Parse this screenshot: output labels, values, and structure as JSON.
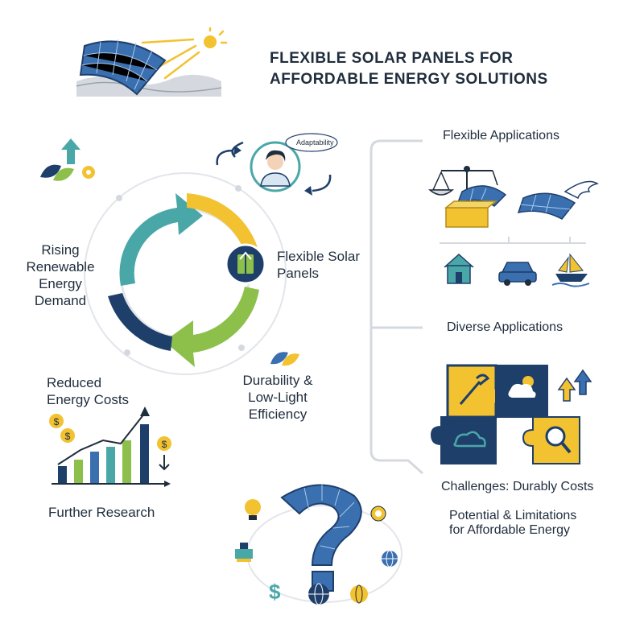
{
  "header": {
    "title_line1": "FLEXIBLE SOLAR PANELS FOR",
    "title_line2": "AFFORDABLE ENERGY SOLUTIONS"
  },
  "cycle": {
    "rising_line1": "Rising",
    "rising_line2": "Renewable",
    "rising_line3": "Energy",
    "rising_line4": "Demand",
    "flexible_line1": "Flexible Solar",
    "flexible_line2": "Panels",
    "durability_line1": "Durability &",
    "durability_line2": "Low-Light",
    "durability_line3": "Efficiency",
    "costs_line1": "Reduced",
    "costs_line2": "Energy Costs",
    "research": "Further Research",
    "callout": "Adaptability"
  },
  "right": {
    "flexible_applications": "Flexible Applications",
    "diverse_applications": "Diverse Applications",
    "challenges": "Challenges: Durably Costs",
    "potential_line1": "Potential & Limitations",
    "potential_line2": "for Affordable Energy"
  },
  "colors": {
    "navy": "#1f3f6b",
    "teal": "#4aa7a8",
    "yellow": "#f2c230",
    "green": "#8cc04b",
    "blue": "#3a6fb0"
  }
}
